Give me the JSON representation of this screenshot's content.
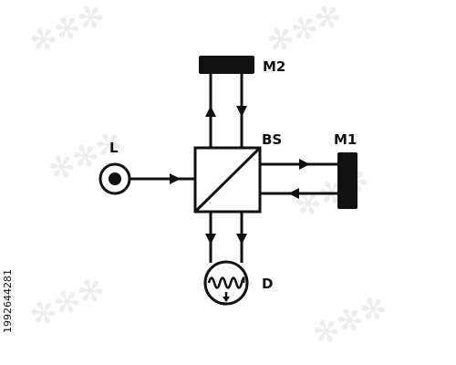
{
  "diagram": {
    "type": "michelson-interferometer",
    "labels": {
      "source": "L",
      "beam_splitter": "BS",
      "mirror_1": "M1",
      "mirror_2": "M2",
      "detector": "D"
    },
    "colors": {
      "ink": "#111111",
      "background": "#ffffff",
      "watermark": "#ededed"
    }
  },
  "watermark": {
    "stock_id": "1992644281"
  }
}
